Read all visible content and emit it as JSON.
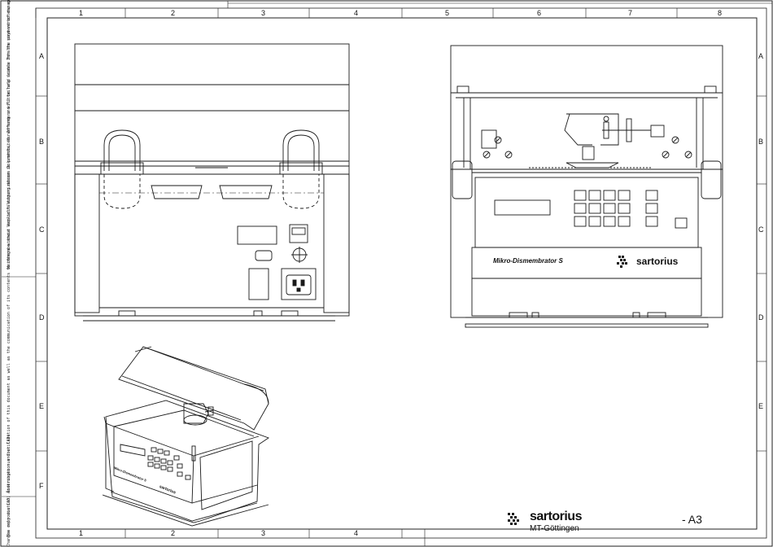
{
  "grid": {
    "columns": [
      "1",
      "2",
      "3",
      "4",
      "5",
      "6",
      "7",
      "8"
    ],
    "columns_bottom": [
      "1",
      "2",
      "3",
      "4"
    ],
    "rows": [
      "A",
      "B",
      "C",
      "D",
      "E",
      "F"
    ]
  },
  "notes": {
    "legal_de": "Weitergabe sowie Vervielfältigung dieses Dokuments, Verwertung und Mitteilung seines Inhalts sind verboten, soweit nicht ausdrücklich gestattet. Zuwiderhandlungen verpflichten zu Schadenersatz. Alle Rechte für den Fall der Patent-, Gebrauchsmuster- oder Geschmacksmustereintragung vorbehalten.",
    "legal_en": "The reproduction, distribution and utilization of this document as well as the communication of its contents to others without explicit authorization is prohibited. Offenders will be held liable for the payment of damages. All rights reserved in the event of the grant of a patent, utility model or design.",
    "cad_note": "Changes only via CAD! Änderungen nur über CAD!"
  },
  "device": {
    "name": "Mikro-Dismembrator S",
    "brand": "sartorius"
  },
  "title_block": {
    "company": "sartorius",
    "location": "MT-Göttingen",
    "sheet_size": "- A3"
  },
  "colors": {
    "line": "#1a1a1a",
    "background": "#ffffff"
  }
}
